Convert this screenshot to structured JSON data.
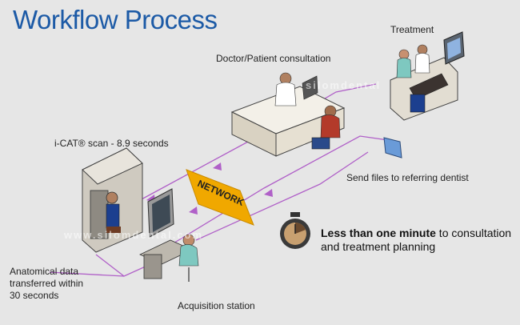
{
  "title": "Workflow Process",
  "labels": {
    "treatment": "Treatment",
    "consultation": "Doctor/Patient consultation",
    "scan": "i-CAT® scan - 8.9 seconds",
    "send_files": "Send files to referring dentist",
    "anatomical_line1": "Anatomical data",
    "anatomical_line2": "transferred within",
    "anatomical_line3": "30 seconds",
    "acquisition": "Acquisition station",
    "network": "NETWORK"
  },
  "callout": {
    "bold": "Less than one minute",
    "rest_line1": " to consultation",
    "rest_line2": "and treatment planning"
  },
  "watermark": {
    "top": "silomdental",
    "bottom": "www.silomdental.com"
  },
  "colors": {
    "title": "#1c5aa6",
    "flow_line": "#b060c8",
    "network_banner": "#f0a800",
    "background": "#e6e6e6"
  },
  "icons": [
    "stopwatch-icon",
    "scanner-icon",
    "computer-icon",
    "desk-icon",
    "dental-chair-icon",
    "monitor-icon"
  ]
}
